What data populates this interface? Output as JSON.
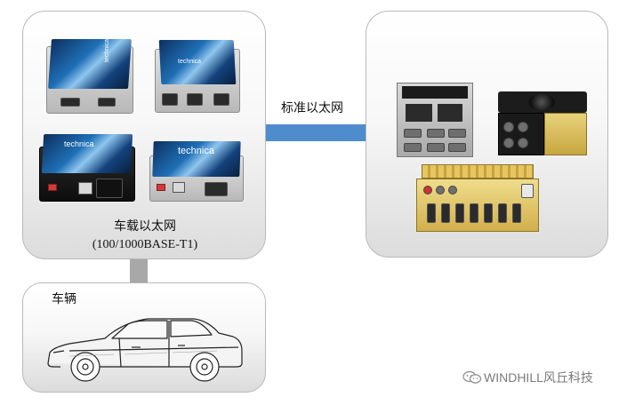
{
  "panels": {
    "vehicle_ethernet": {
      "title": "车载以太网",
      "subtitle": "(100/1000BASE-T1)",
      "device_brand": "technica"
    },
    "standard_ethernet": {},
    "vehicle": {
      "title": "车辆"
    }
  },
  "links": {
    "standard_ethernet_label": "标准以太网"
  },
  "watermark": {
    "text": "WINDHILL风丘科技",
    "icon": "wechat-icon"
  },
  "colors": {
    "link_blue": "#4f8ccd",
    "link_gray": "#a8a8a8"
  }
}
